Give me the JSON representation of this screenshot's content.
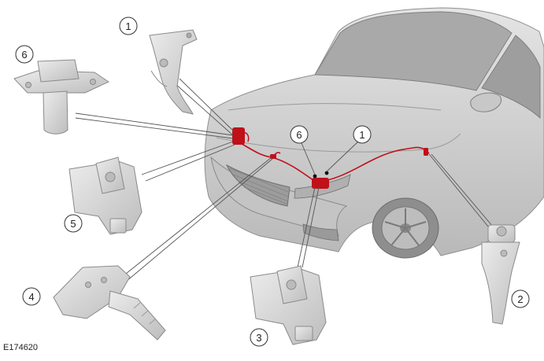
{
  "figure_id": "E174620",
  "callouts": [
    {
      "id": "c-1-bonnet-latch",
      "label": "1"
    },
    {
      "id": "c-6-switch",
      "label": "6"
    },
    {
      "id": "c-6-car",
      "label": "6"
    },
    {
      "id": "c-1-car",
      "label": "1"
    },
    {
      "id": "c-5-lower-latch",
      "label": "5"
    },
    {
      "id": "c-4-bracket",
      "label": "4"
    },
    {
      "id": "c-3-right-latch",
      "label": "3"
    },
    {
      "id": "c-2-release-handle",
      "label": "2"
    }
  ],
  "colors": {
    "harness": "#c0101a",
    "part_fill": "#d6d6d6",
    "part_stroke": "#8a8a8a",
    "leader": "#555555",
    "body_fill": "#cfcfcf",
    "body_shade": "#b5b5b5"
  }
}
